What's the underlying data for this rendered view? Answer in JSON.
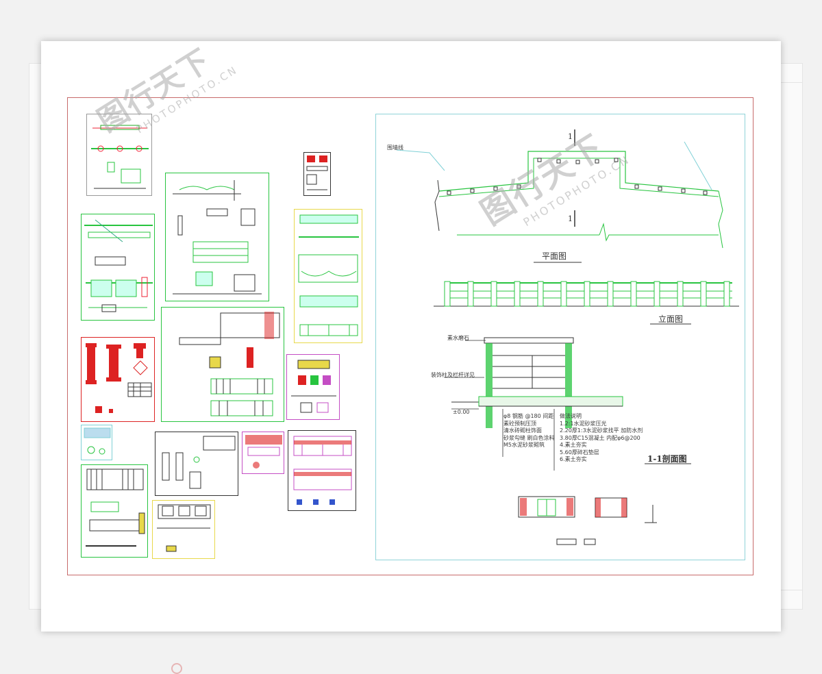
{
  "colors": {
    "frame": "#c76a6a",
    "cad_green": "#27c43f",
    "cad_cyan": "#7fd0d6",
    "cad_red": "#dd2222",
    "cad_magenta": "#c44dc4",
    "cad_yellow": "#e8d84a"
  },
  "watermark": {
    "logo": "图行天下",
    "url": "PHOTOPHOTO.CN"
  },
  "drawing": {
    "section_mark": "1",
    "plan_title": "平面图",
    "elevation_title": "立面图",
    "section_title": "1-1剖面图",
    "callout_left": "围墙线",
    "label_top": "素水磨石",
    "label_mid": "装饰柱及栏杆详见",
    "elevation_mark": "±0.00",
    "notes_left": [
      "φ8 钢筋 @180 间距",
      "素砼预制压顶",
      "清水砖砌柱饰面",
      "砂浆勾缝 刷白色涂料",
      "M5水泥砂浆砌筑"
    ],
    "notes_right": [
      "做法说明",
      "1.2:1水泥砂浆压光",
      "2.20厚1:3水泥砂浆找平 加防水剂",
      "3.80厚C15混凝土 内配φ6@200",
      "4.素土夯实",
      "5.60厚碎石垫层",
      "6.素土夯实"
    ]
  }
}
